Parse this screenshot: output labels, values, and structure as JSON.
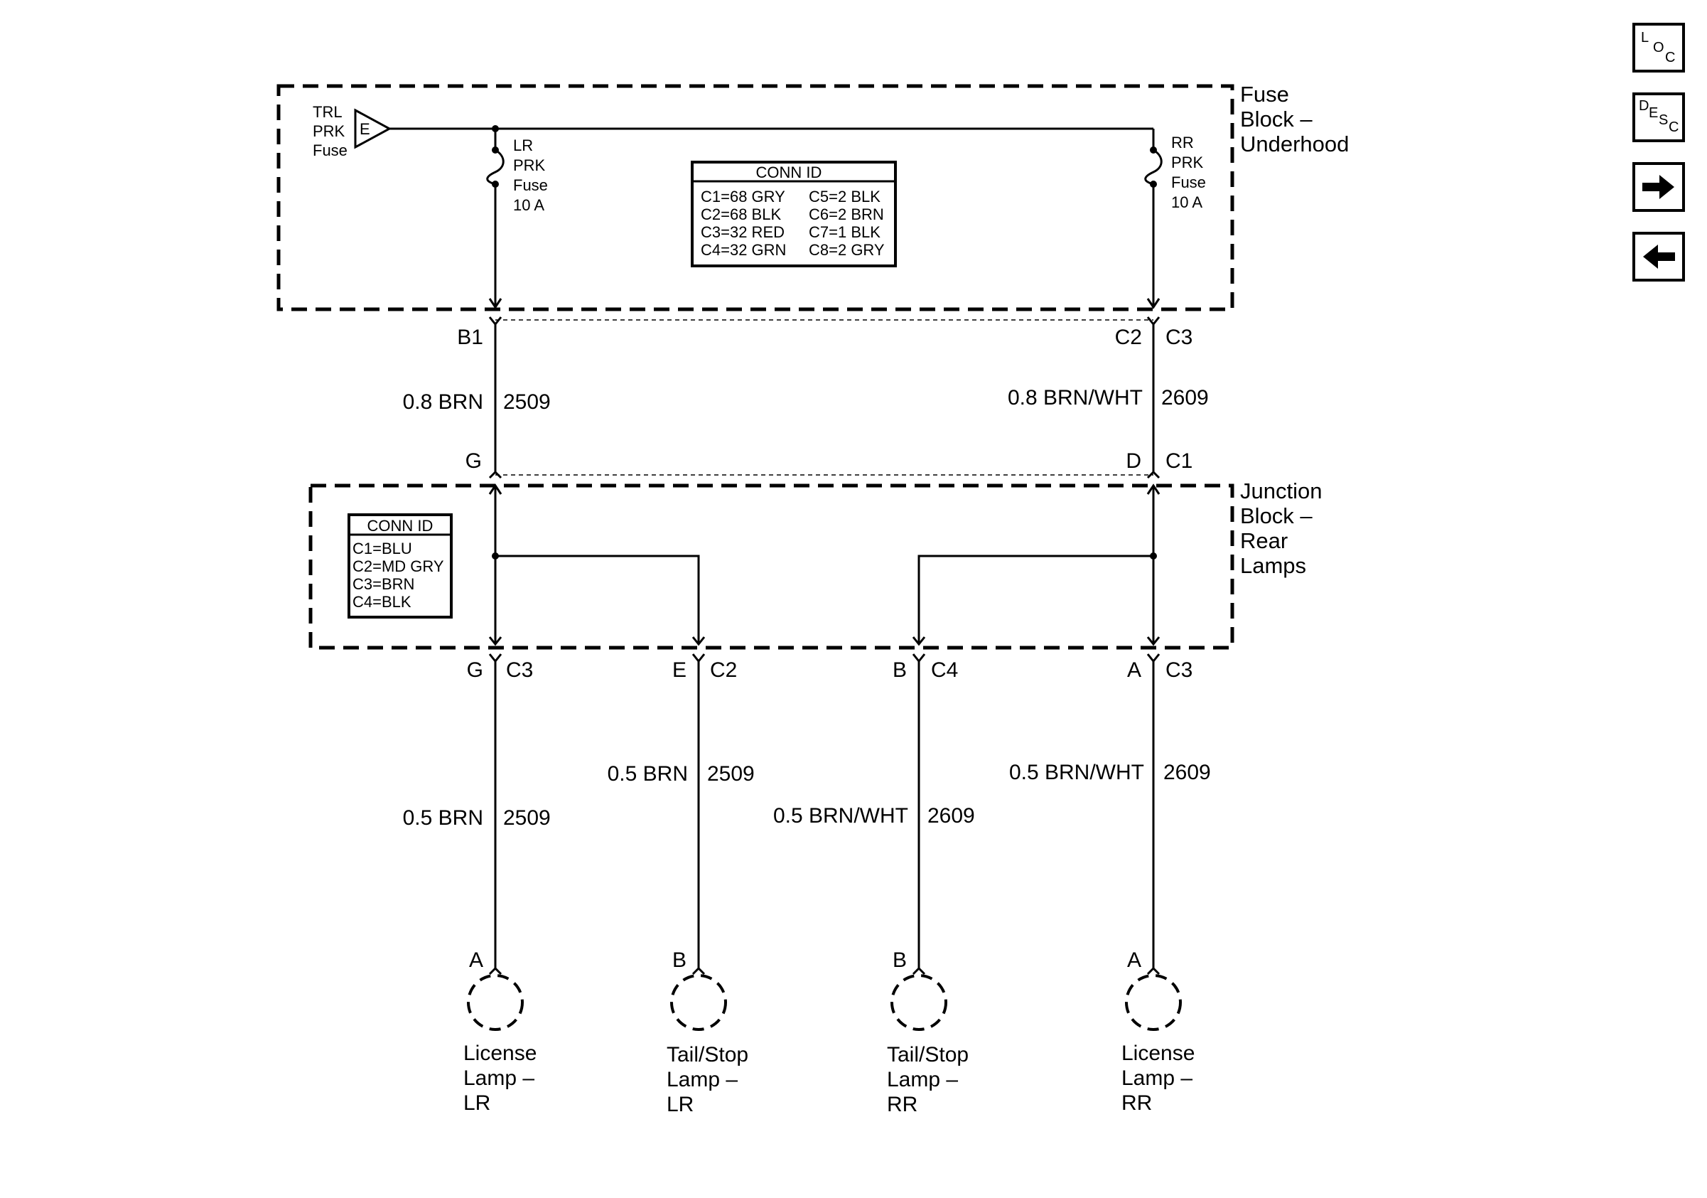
{
  "fuse_block": {
    "title_lines": [
      "Fuse",
      "Block –",
      "Underhood"
    ],
    "supply": {
      "lines": [
        "TRL",
        "PRK",
        "Fuse"
      ],
      "symbol": "E"
    },
    "lr_fuse": [
      "LR",
      "PRK",
      "Fuse",
      "10 A"
    ],
    "rr_fuse": [
      "RR",
      "PRK",
      "Fuse",
      "10 A"
    ],
    "conn_id": {
      "header": "CONN ID",
      "left": [
        "C1=68 GRY",
        "C2=68 BLK",
        "C3=32 RED",
        "C4=32 GRN"
      ],
      "right": [
        "C5=2 BLK",
        "C6=2 BRN",
        "C7=1 BLK",
        "C8=2 GRY"
      ]
    }
  },
  "upper_wires": {
    "left": {
      "top_pin": "B1",
      "gauge_color": "0.8 BRN",
      "circuit": "2509",
      "bottom_pin": "G"
    },
    "right": {
      "top_pin": "C2",
      "top_conn": "C3",
      "gauge_color": "0.8 BRN/WHT",
      "circuit": "2609",
      "bottom_pin": "D",
      "bottom_conn": "C1"
    }
  },
  "junction_block": {
    "title_lines": [
      "Junction",
      "Block –",
      "Rear",
      "Lamps"
    ],
    "conn_id": {
      "header": "CONN ID",
      "rows": [
        "C1=BLU",
        "C2=MD GRY",
        "C3=BRN",
        "C4=BLK"
      ]
    }
  },
  "outputs": [
    {
      "pin": "G",
      "conn": "C3",
      "gauge_color": "0.5 BRN",
      "circuit": "2509",
      "lamp_pin": "A",
      "lamp": [
        "License",
        "Lamp –",
        "LR"
      ]
    },
    {
      "pin": "E",
      "conn": "C2",
      "gauge_color": "0.5 BRN",
      "circuit": "2509",
      "lamp_pin": "B",
      "lamp": [
        "Tail/Stop",
        "Lamp –",
        "LR"
      ]
    },
    {
      "pin": "B",
      "conn": "C4",
      "gauge_color": "0.5 BRN/WHT",
      "circuit": "2609",
      "lamp_pin": "B",
      "lamp": [
        "Tail/Stop",
        "Lamp –",
        "RR"
      ]
    },
    {
      "pin": "A",
      "conn": "C3",
      "gauge_color": "0.5 BRN/WHT",
      "circuit": "2609",
      "lamp_pin": "A",
      "lamp": [
        "License",
        "Lamp –",
        "RR"
      ]
    }
  ],
  "nav": {
    "loc": {
      "top": "L",
      "mid": "O",
      "bottom": "C"
    },
    "desc": {
      "a": "D",
      "b": "E",
      "c": "S",
      "d": "C"
    },
    "next_icon": "right-arrow-icon",
    "prev_icon": "left-arrow-icon"
  }
}
